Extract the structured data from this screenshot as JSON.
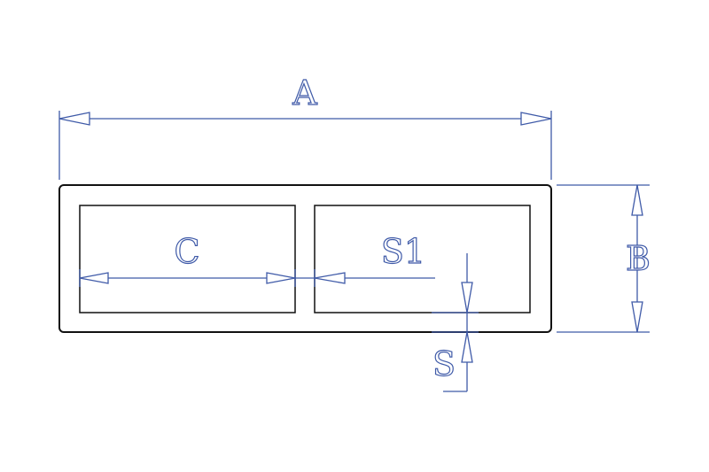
{
  "labels": {
    "A": "A",
    "B": "B",
    "C": "C",
    "S1": "S1",
    "S": "S"
  },
  "colors": {
    "dimension": "#3f5aa8",
    "outline": "#111111",
    "background": "#ffffff"
  }
}
